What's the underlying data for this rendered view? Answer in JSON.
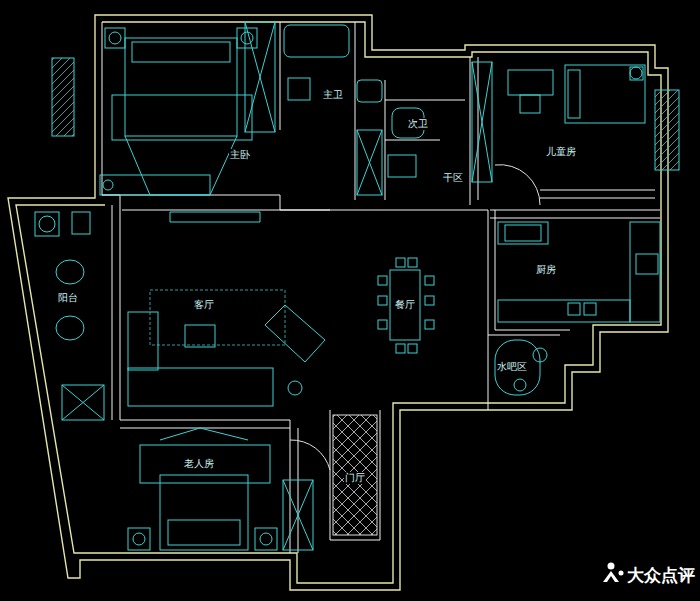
{
  "diagram": {
    "labels": [
      "主卧",
      "主卫",
      "次卫",
      "儿童房",
      "干区",
      "厨房",
      "客厅",
      "餐厅",
      "阳台",
      "水吧区",
      "老人房",
      "门厅",
      "大众点评"
    ]
  }
}
